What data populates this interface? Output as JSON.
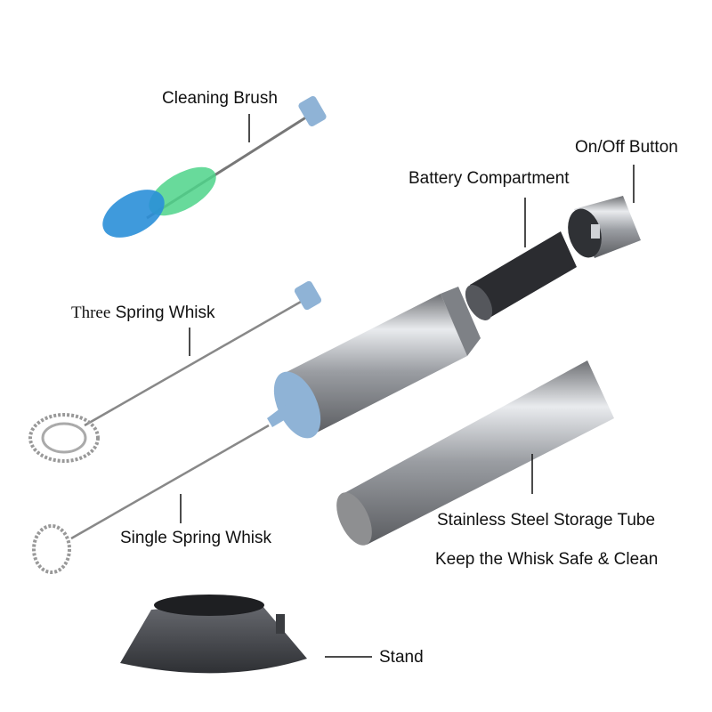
{
  "labels": {
    "cleaning_brush": "Cleaning Brush",
    "on_off_button": "On/Off Button",
    "battery_compartment": "Battery Compartment",
    "three_spring_whisk_a": "Three",
    "three_spring_whisk_b": "Spring Whisk",
    "single_spring_whisk": "Single Spring Whisk",
    "storage_tube": "Stainless Steel Storage Tube",
    "storage_tube_note": "Keep the Whisk Safe & Clean",
    "stand": "Stand"
  },
  "colors": {
    "accent_blue": "#8fb3d6",
    "steel": "#b9bcc0",
    "brush_blue": "#2a8fd8",
    "brush_green": "#4ed48a",
    "stand": "#4a4c52"
  }
}
